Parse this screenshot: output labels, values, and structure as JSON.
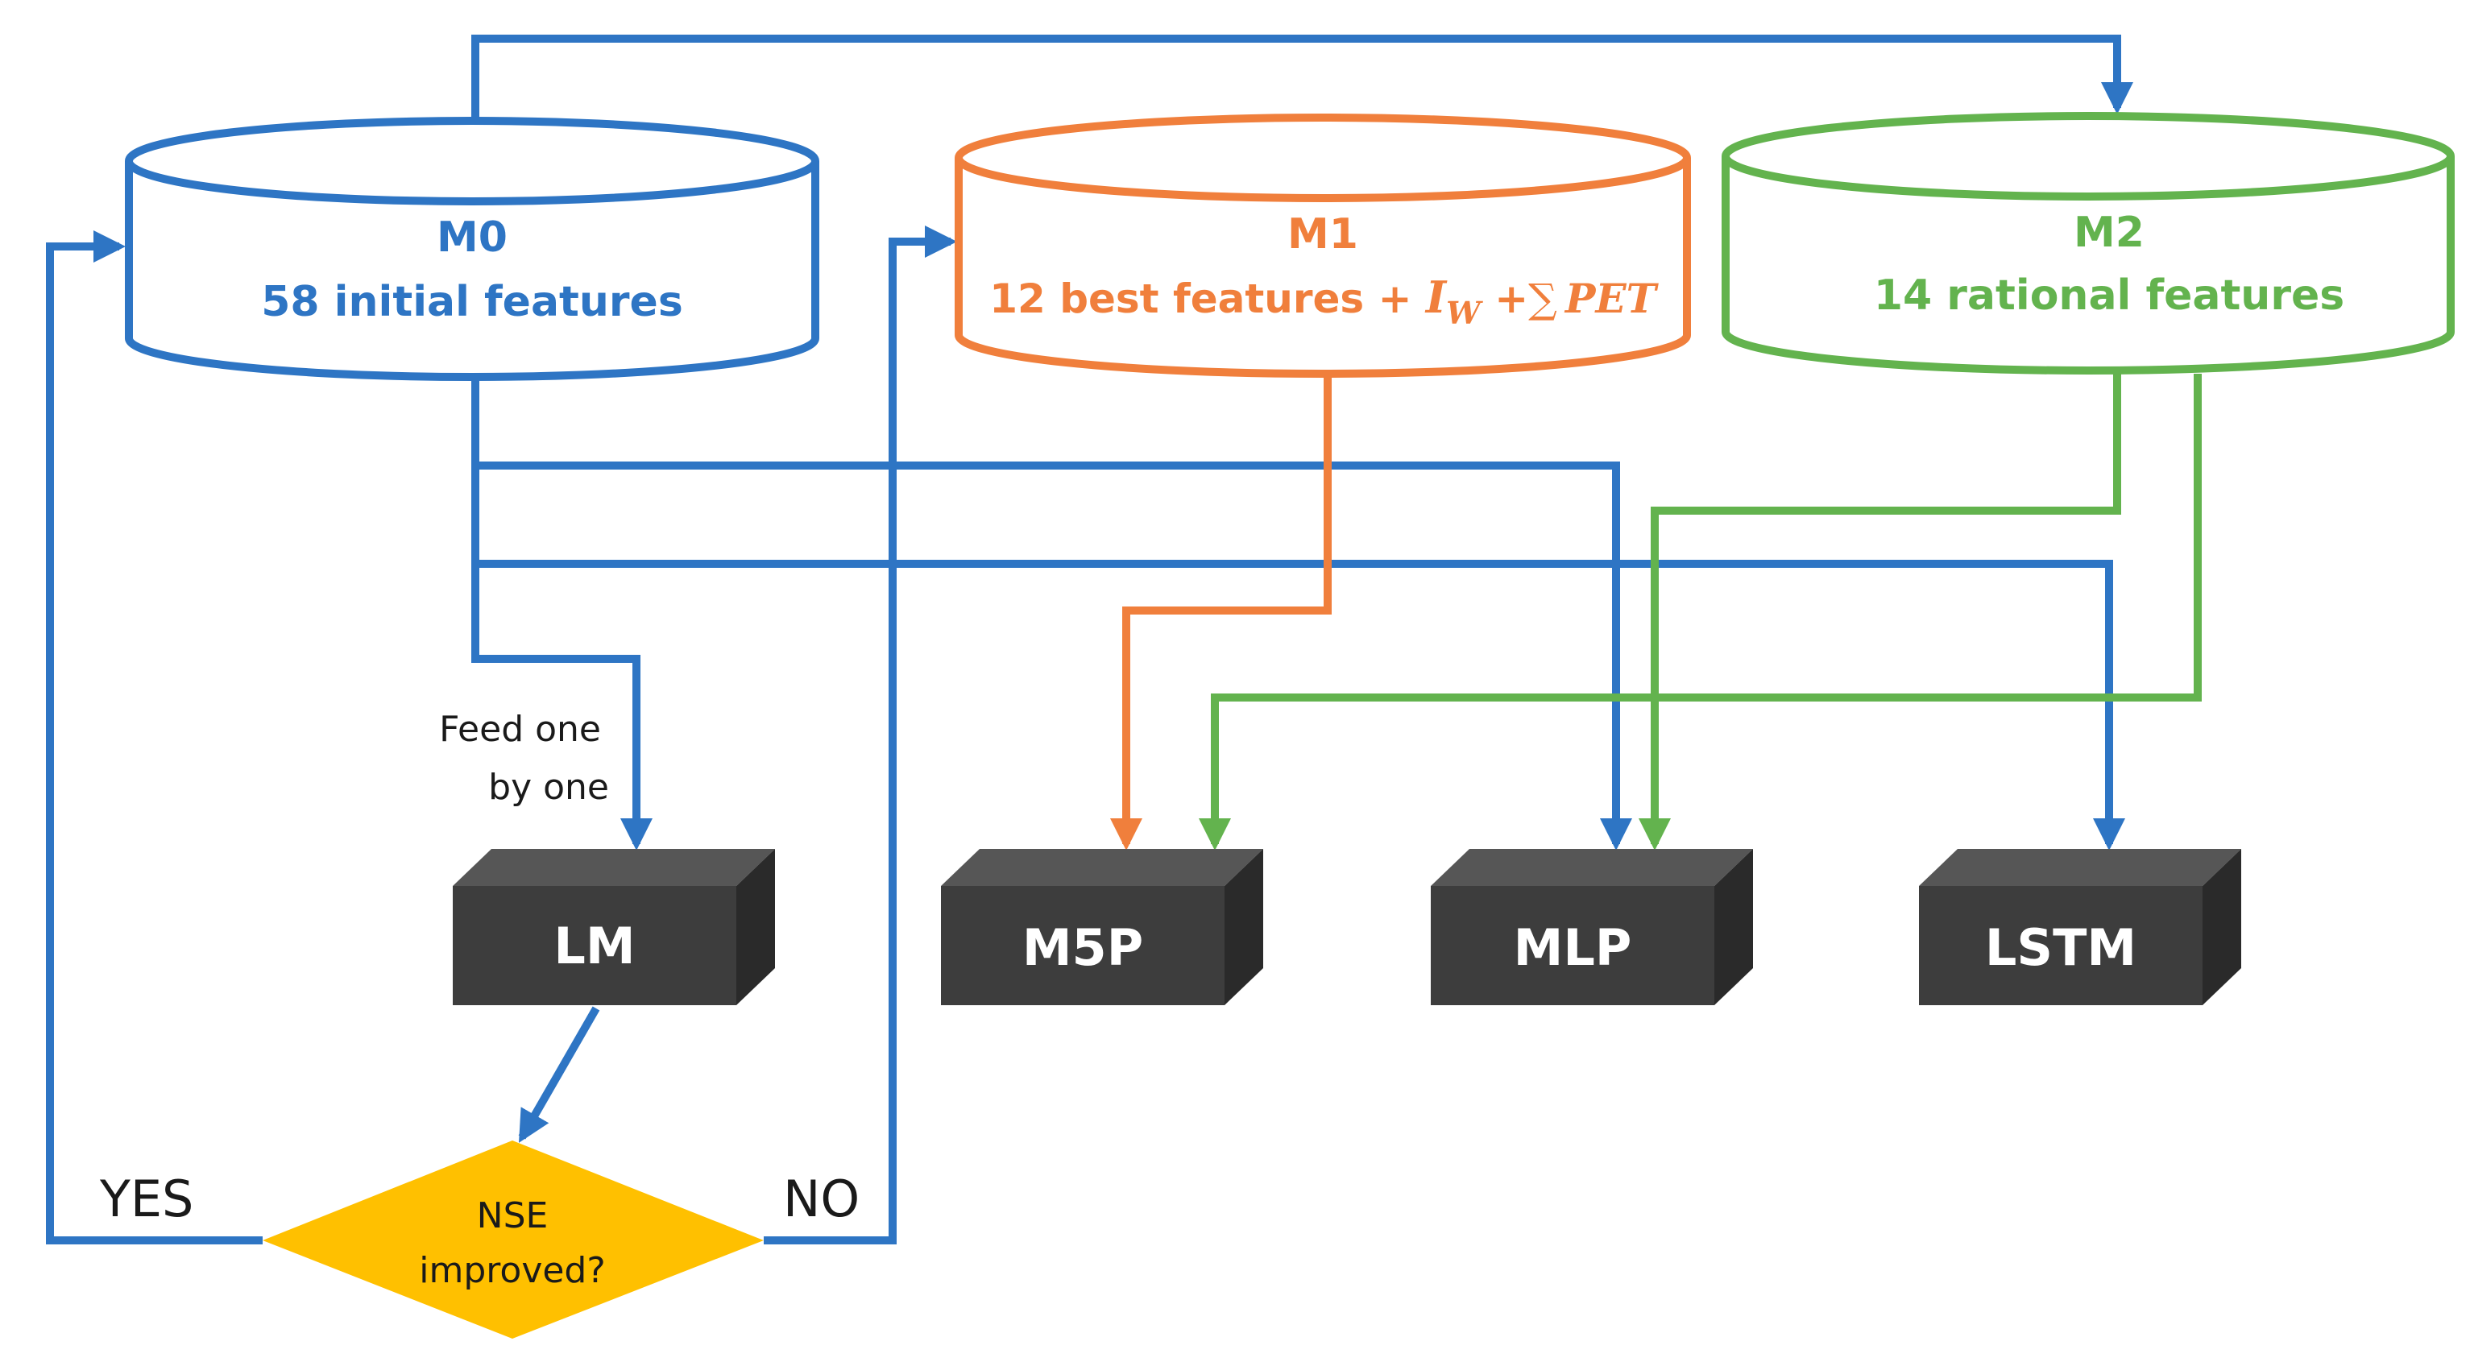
{
  "colors": {
    "blue": "#2e75c4",
    "orange": "#f07f3c",
    "green": "#63b34e",
    "dark": "#3d3d3d",
    "dark_side": "#2a2a2a",
    "dark_top": "#565656",
    "diamond": "#ffc000",
    "text_dark": "#1a1a1a"
  },
  "datasets": {
    "m0": {
      "title": "M0",
      "subtitle": "58 initial features"
    },
    "m1": {
      "title": "M1",
      "subtitle_prefix": "12 best features + ",
      "iw_main": "I",
      "iw_sub": "W",
      "plus": " +",
      "sum": "∑",
      "pet": "PET"
    },
    "m2": {
      "title": "M2",
      "subtitle": "14 rational features"
    }
  },
  "models": {
    "lm": "LM",
    "m5p": "M5P",
    "mlp": "MLP",
    "lstm": "LSTM"
  },
  "decision": {
    "line1": "NSE",
    "line2": "improved?"
  },
  "annotations": {
    "feed_line1": "Feed one",
    "feed_line2": "by one",
    "yes": "YES",
    "no": "NO"
  }
}
